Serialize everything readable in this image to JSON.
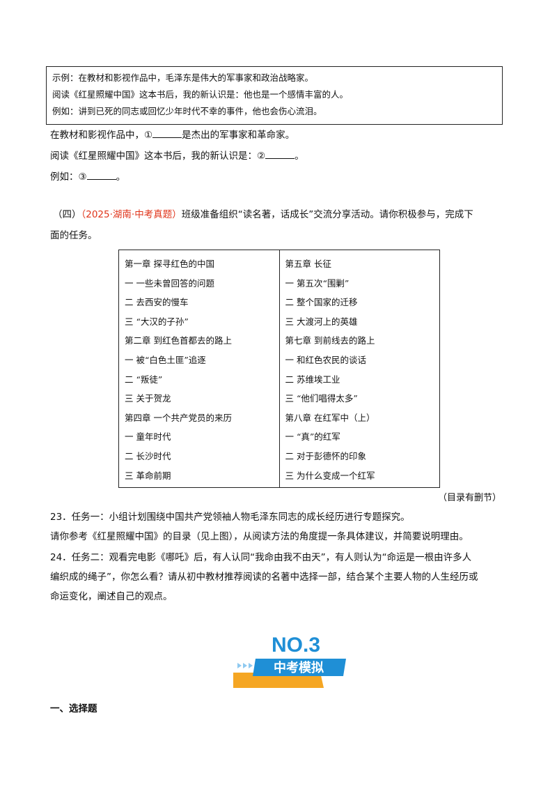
{
  "example": {
    "lines": [
      "示例：在教材和影视作品中，毛泽东是伟大的军事家和政治战略家。",
      "阅读《红星照耀中国》这本书后，我的新认识是：他也是一个感情丰富的人。",
      "例如：讲到已死的同志或回忆少年时代不幸的事件，他也会伤心流泪。"
    ]
  },
  "fill": {
    "line1_before": "在教材和影视作品中，①",
    "line1_after": "是杰出的军事家和革命家。",
    "line2_before": "阅读《红星照耀中国》这本书后，我的新认识是：②",
    "line2_after": "。",
    "line3_before": "例如：③",
    "line3_after": "。"
  },
  "section4": {
    "num": "（四）",
    "tag": "（2025·湖南·中考真题）",
    "text1": "班级准备组织“读名著，话成长”交流分享活动。请你积极参与，完成下",
    "text2": "面的任务。"
  },
  "toc": {
    "left": [
      "第一章  探寻红色的中国",
      "一  一些未曾回答的问题",
      "二  去西安的慢车",
      "三  “大汉的子孙”",
      "第二章  到红色首都去的路上",
      "一  被“白色土匪”追逐",
      "二  “叛徒”",
      "三  关于贺龙",
      "第四章  一个共产党员的来历",
      "一  童年时代",
      "二  长沙时代",
      "三  革命前期"
    ],
    "right": [
      "第五章  长征",
      "一  第五次“围剿”",
      "二  整个国家的迁移",
      "三  大渡河上的英雄",
      "第七章  到前线去的路上",
      "一  和红色农民的谈话",
      "二  苏维埃工业",
      "三  “他们唱得太多”",
      "第八章  在红军中（上）",
      "一  “真”的红军",
      "二  对于彭德怀的印象",
      "三  为什么变成一个红军"
    ],
    "note": "（目录有删节）"
  },
  "q23": {
    "line1": "23．任务一：小组计划围绕中国共产党领袖人物毛泽东同志的成长经历进行专题探究。",
    "line2": "请你参考《红星照耀中国》的目录（见上图），从阅读方法的角度提一条具体建议，并简要说明理由。"
  },
  "q24": {
    "line1": "24．任务二：观看完电影《哪吒》后，有人认同“我命由我不由天”，有人则认为“命运是一根由许多人",
    "line2": "编织成的绳子”，你怎么看？请从初中教材推荐阅读的名著中选择一部，结合某个主要人物的人生经历或",
    "line3": "命运变化，阐述自己的观点。"
  },
  "badge": {
    "no": "NO.3",
    "label": "中考模拟"
  },
  "colors": {
    "accent_red": "#e0341a",
    "badge_blue": "#1f8fd6",
    "badge_orange": "#f5a623"
  },
  "section_heading": "一、选择题"
}
